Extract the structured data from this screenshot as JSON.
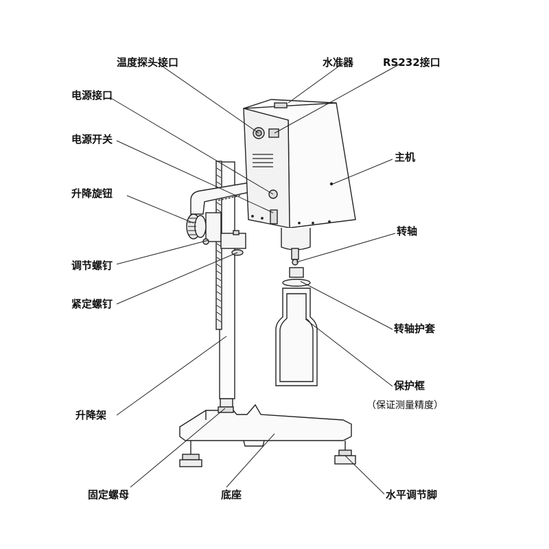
{
  "labels": {
    "temp_port": "温度探头接口",
    "level": "水准器",
    "rs232": "RS232接口",
    "power_port": "电源接口",
    "power_switch": "电源开关",
    "main_unit": "主机",
    "lift_knob": "升降旋钮",
    "spindle": "转轴",
    "adjust_screw": "调节螺钉",
    "lock_screw": "紧定螺钉",
    "spindle_sleeve": "转轴护套",
    "guard_frame": "保护框",
    "guard_note": "（保证测量精度）",
    "lift_stand": "升降架",
    "fix_nut": "固定螺母",
    "base": "底座",
    "level_foot": "水平调节脚"
  }
}
